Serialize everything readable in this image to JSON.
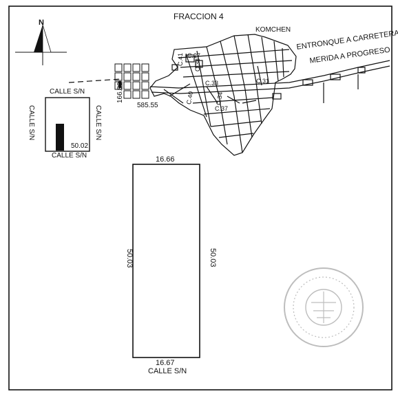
{
  "title": "FRACCION 4",
  "town": "KOMCHEN",
  "north": "N",
  "road": {
    "line1": "ENTRONQUE A CARRETERA",
    "line2": "MERIDA A PROGRESO"
  },
  "streets": {
    "c41": "C.41",
    "c27": "C.27",
    "c38": "C.38",
    "c33": "C.33",
    "c31": "C.31",
    "c40": "C.40",
    "c34": "C.34",
    "c37": "C.37"
  },
  "distances": {
    "d1": "166.80",
    "d2": "585.55"
  },
  "inset": {
    "top": "CALLE S/N",
    "bottom": "CALLE S/N",
    "left": "CALLE S/N",
    "right": "CALLE S/N",
    "dim": "50.02"
  },
  "lot": {
    "top": "16.66",
    "bottom": "16.67",
    "left": "50.03",
    "right": "50.03",
    "street": "CALLE S/N"
  },
  "colors": {
    "ink": "#111111",
    "stamp": "#b9b9b9"
  }
}
